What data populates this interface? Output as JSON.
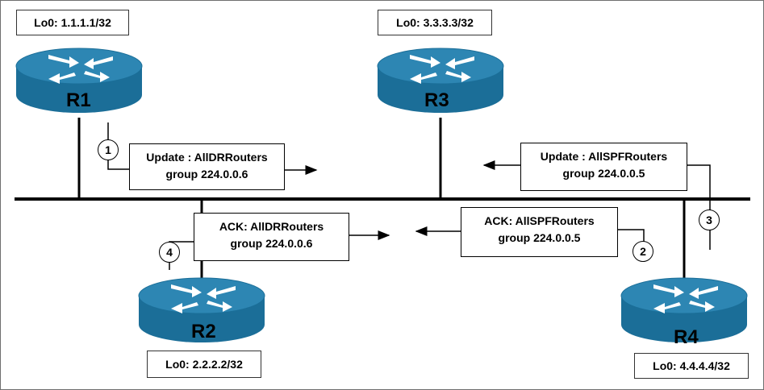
{
  "colors": {
    "router_top": "#2d86b3",
    "router_side": "#1b6e98",
    "router_arrow": "#ffffff",
    "bus": "#000000"
  },
  "routers": {
    "r1": {
      "name": "R1",
      "loopback": "Lo0: 1.1.1.1/32"
    },
    "r2": {
      "name": "R2",
      "loopback": "Lo0: 2.2.2.2/32"
    },
    "r3": {
      "name": "R3",
      "loopback": "Lo0: 3.3.3.3/32"
    },
    "r4": {
      "name": "R4",
      "loopback": "Lo0: 4.4.4.4/32"
    }
  },
  "messages": {
    "update_r1": {
      "line1": "Update : AllDRRouters",
      "line2": "group 224.0.0.6"
    },
    "update_r4": {
      "line1": "Update : AllSPFRouters",
      "line2": "group 224.0.0.5"
    },
    "ack_r2": {
      "line1": "ACK: AllDRRouters",
      "line2": "group 224.0.0.6"
    },
    "ack_r3": {
      "line1": "ACK: AllSPFRouters",
      "line2": "group 224.0.0.5"
    }
  },
  "steps": {
    "s1": "1",
    "s2": "2",
    "s3": "3",
    "s4": "4"
  }
}
